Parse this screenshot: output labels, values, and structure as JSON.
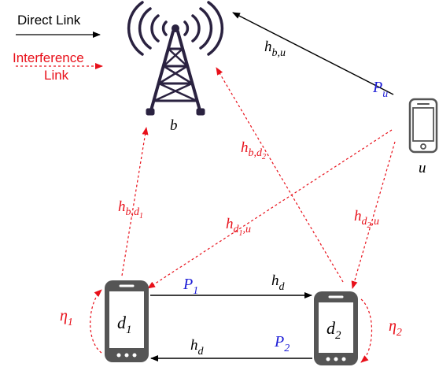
{
  "legend": {
    "direct_label": "Direct Link",
    "interference_line1": "Interference",
    "interference_line2": "Link"
  },
  "nodes": {
    "base_station": "b",
    "user": "u",
    "d2d_1": "d",
    "d2d_1_sub": "1",
    "d2d_2": "d",
    "d2d_2_sub": "2"
  },
  "links": {
    "h_bu": {
      "main": "h",
      "sub": "b,u"
    },
    "h_bd2": {
      "main": "h",
      "sub": "b,d",
      "subsub": "2"
    },
    "h_bd1": {
      "main": "h",
      "sub": "b,d",
      "subsub": "1"
    },
    "h_d1u": {
      "main": "h",
      "sub": "d",
      "subsub": "1",
      "tail": ",u"
    },
    "h_d2u": {
      "main": "h",
      "sub": "d",
      "subsub": "2",
      "tail": ",u"
    },
    "h_d_top": {
      "main": "h",
      "sub": "d"
    },
    "h_d_bottom": {
      "main": "h",
      "sub": "d"
    }
  },
  "powers": {
    "p_u": {
      "main": "P",
      "sub": "u"
    },
    "p_1": {
      "main": "P",
      "sub": "1"
    },
    "p_2": {
      "main": "P",
      "sub": "2"
    }
  },
  "loops": {
    "eta_1": {
      "main": "η",
      "sub": "1"
    },
    "eta_2": {
      "main": "η",
      "sub": "2"
    }
  },
  "colors": {
    "direct": "#000000",
    "interference": "#e8101a",
    "power": "#1c1cd6",
    "tower": "#2a2240",
    "phone": "#555555"
  }
}
